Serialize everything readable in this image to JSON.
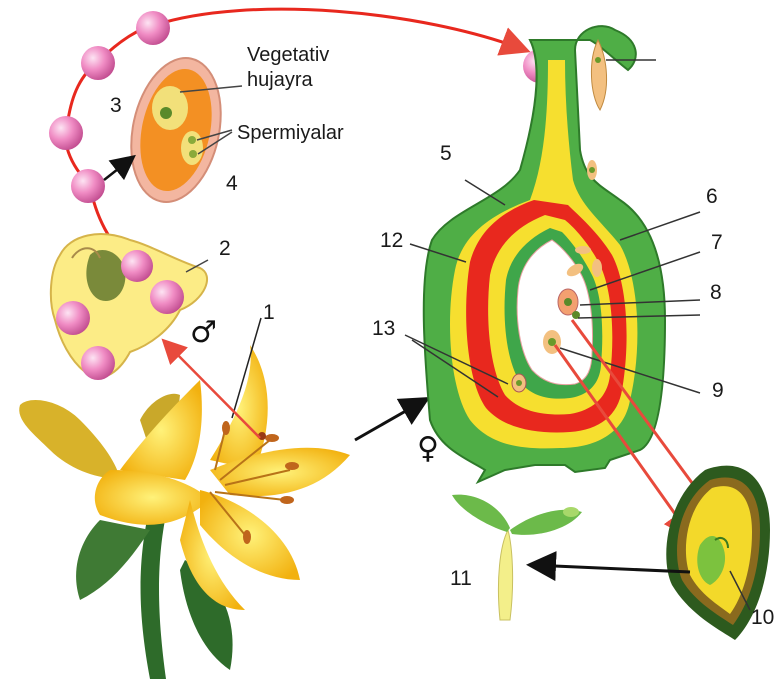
{
  "labels": {
    "vegetativ_line1": "Vegetativ",
    "vegetativ_line2": "hujayra",
    "spermiyalar": "Spermiyalar",
    "n1": "1",
    "n2": "2",
    "n3": "3",
    "n4": "4",
    "n5": "5",
    "n6": "6",
    "n7": "7",
    "n8": "8",
    "n9": "9",
    "n10": "10",
    "n11": "11",
    "n12": "12",
    "n13": "13"
  },
  "symbols": {
    "male": "♂",
    "female": "♀"
  },
  "colors": {
    "pollen": "#f08cc4",
    "pistil_outer": "#3fa64a",
    "pistil_red": "#e8281e",
    "pistil_yellow": "#f7e23a",
    "flower": "#f6c31c",
    "arrow_red": "#e84a3c",
    "arrow_black": "#111111",
    "seed_coat": "#2d5a1e"
  }
}
